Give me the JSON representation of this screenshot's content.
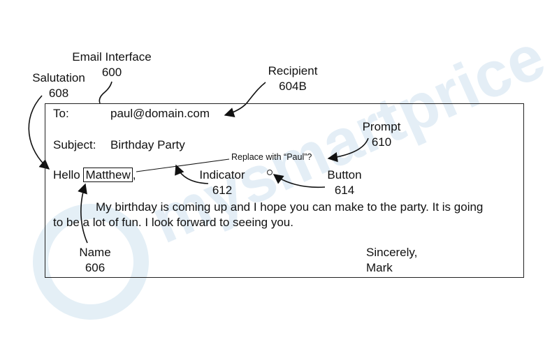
{
  "colors": {
    "ink": "#111111",
    "watermark": "#dbe9f3"
  },
  "watermark_text": "mysmartprice",
  "callouts": {
    "email_interface": {
      "label": "Email Interface",
      "ref": "600"
    },
    "salutation": {
      "label": "Salutation",
      "ref": "608"
    },
    "recipient": {
      "label": "Recipient",
      "ref": "604B"
    },
    "prompt": {
      "label": "Prompt",
      "ref": "610"
    },
    "indicator": {
      "label": "Indicator",
      "ref": "612"
    },
    "button": {
      "label": "Button",
      "ref": "614"
    },
    "name": {
      "label": "Name",
      "ref": "606"
    }
  },
  "email": {
    "to_label": "To:",
    "to_value": "paul@domain.com",
    "subject_label": "Subject:",
    "subject_value": "Birthday Party",
    "greeting": "Hello",
    "name": "Matthew",
    "greeting_punct": ",",
    "prompt_text": "Replace with “Paul”?",
    "body_line1": "My birthday is coming up and I hope you can make to the party. It is going",
    "body_line2": "to be a lot of fun. I look forward to seeing you.",
    "closing": "Sincerely,",
    "signature": "Mark"
  }
}
